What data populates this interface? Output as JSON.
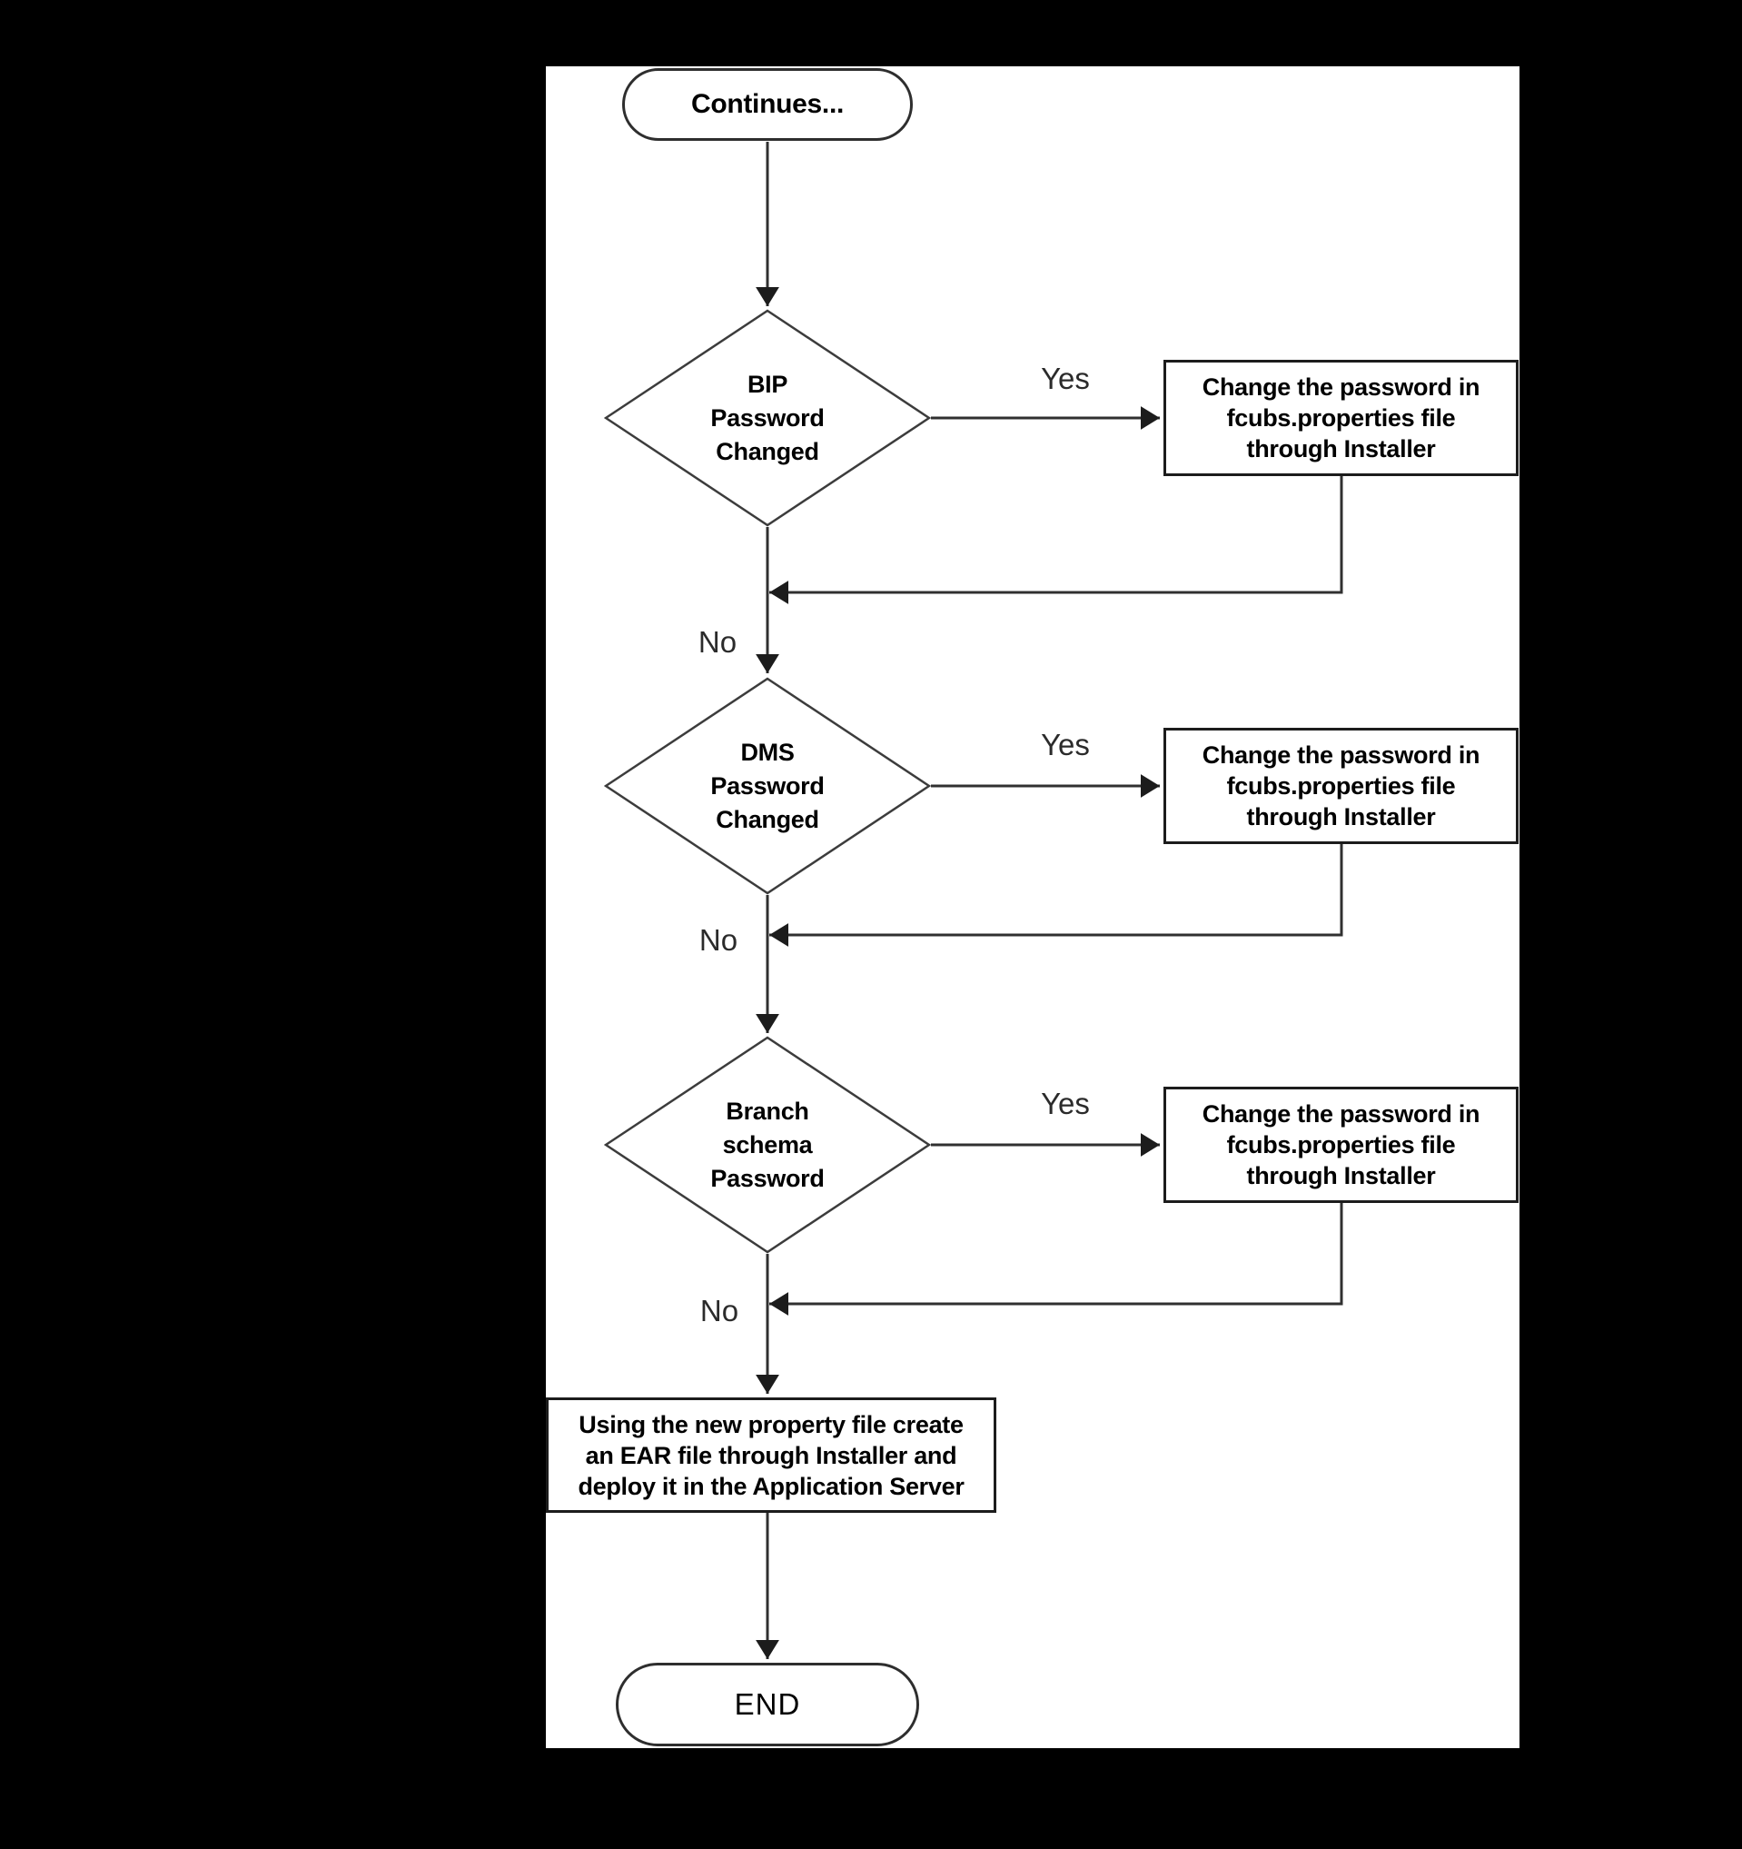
{
  "colors": {
    "page_bg": "#000000",
    "canvas_bg": "#ffffff",
    "line": "#303030",
    "shape_border": "#2e2e2e",
    "text": "#000000",
    "edge_label_text": "#2b2b2b"
  },
  "nodes": {
    "start": {
      "type": "terminator",
      "label": "Continues..."
    },
    "bip": {
      "type": "decision",
      "label": "BIP\nPassword\nChanged"
    },
    "bip_action": {
      "type": "process",
      "label": "Change the password in\nfcubs.properties file\nthrough Installer"
    },
    "dms": {
      "type": "decision",
      "label": "DMS\nPassword\nChanged"
    },
    "dms_action": {
      "type": "process",
      "label": "Change the password in\nfcubs.properties file\nthrough Installer"
    },
    "branch": {
      "type": "decision",
      "label": "Branch\nschema\nPassword"
    },
    "branch_action": {
      "type": "process",
      "label": "Change the password in\nfcubs.properties file\nthrough Installer"
    },
    "deploy": {
      "type": "process",
      "label": "Using the new property file create\nan EAR file through Installer and\ndeploy it in the Application Server"
    },
    "end": {
      "type": "terminator",
      "label": "END"
    }
  },
  "edge_labels": {
    "yes_1": "Yes",
    "no_1": "No",
    "yes_2": "Yes",
    "no_2": "No",
    "yes_3": "Yes",
    "no_3": "No"
  }
}
